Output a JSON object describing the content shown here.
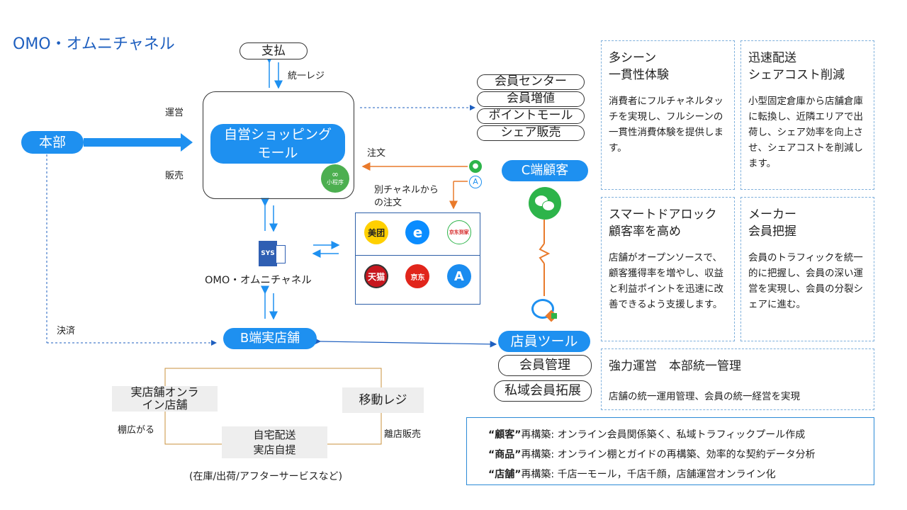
{
  "title": "OMO・オムニチャネル",
  "payment": {
    "label": "支払",
    "register": "統一レジ"
  },
  "hq": {
    "label": "本部",
    "operate": "運営",
    "sell": "販売",
    "settle": "決済"
  },
  "mall": {
    "label_line1": "自営ショッピング",
    "label_line2": "モール",
    "mini_program": "小程序"
  },
  "member_services": [
    "会員センター",
    "会員増値",
    "ポイントモール",
    "シェア販売"
  ],
  "orders": {
    "order": "注文",
    "other_channel_line1": "別チャネルから",
    "other_channel_line2": "の注文"
  },
  "platform_icons": [
    {
      "name": "meituan-icon",
      "text": "美团",
      "bg": "#ffd000",
      "fg": "#222"
    },
    {
      "name": "eleme-icon",
      "text": "e",
      "bg": "#0a8cff",
      "fg": "#fff"
    },
    {
      "name": "jd-daojia-icon",
      "text": "京东到家",
      "bg": "#ffffff",
      "fg": "#d52828"
    },
    {
      "name": "tmall-icon",
      "text": "天猫",
      "bg": "#c7161e",
      "fg": "#fff"
    },
    {
      "name": "jd-icon",
      "text": "京东",
      "bg": "#e1251b",
      "fg": "#fff"
    },
    {
      "name": "app-store-icon",
      "text": "A",
      "bg": "#1a8cf0",
      "fg": "#fff"
    }
  ],
  "system": {
    "icon_text": "SYS",
    "label": "OMO・オムニチャネル"
  },
  "c_customer": "C端顧客",
  "b_store": "B端実店舗",
  "staff_tools": [
    "店員ツール",
    "会員管理",
    "私域会員拓展"
  ],
  "store_loop": {
    "physical_line1": "実店舗オンラ",
    "physical_line2": "イン店舗",
    "mobile_register": "移動レジ",
    "delivery_line1": "自宅配送",
    "delivery_line2": "実店自提",
    "shelf": "棚広がる",
    "offsite": "離店販売",
    "note": "(在庫/出荷/アフターサービスなど)"
  },
  "cards": [
    {
      "title": "多シーン\n一貫性体験",
      "body": "消費者にフルチャネルタッチを実現し、フルシーンの一貫性消費体験を提供します。"
    },
    {
      "title": "迅速配送\nシェアコスト削減",
      "body": "小型固定倉庫から店舗倉庫に転換し、近隣エリアで出荷し、シェア効率を向上させ、シェアコストを削減します。"
    },
    {
      "title": "スマートドアロック\n顧客率を高め",
      "body": "店舗がオープンソースで、顧客獲得率を増やし、収益と利益ポイントを迅速に改善できるよう支援します。"
    },
    {
      "title": "メーカー\n会員把握",
      "body": "会員のトラフィックを統一的に把握し、会員の深い運営を実現し、会員の分裂シェアに進む。"
    },
    {
      "title": "強力運営　本部統一管理",
      "body": "店舗の統一運用管理、会員の統一経営を実現"
    }
  ],
  "summary": [
    {
      "key": "“顧客”",
      "prefix": "再構築:",
      "text": "オンライン会員関係築く、私域トラフィックプール作成"
    },
    {
      "key": "“商品”",
      "prefix": "再構築:",
      "text": "オンライン棚とガイドの再構築、効率的な契約データ分析"
    },
    {
      "key": "“店舗”",
      "prefix": "再構築:",
      "text": "千店一モール，千店千顔，店舗運営オンライン化"
    }
  ],
  "colors": {
    "blue": "#1e90f0",
    "orange": "#e97a2b",
    "wechat": "#2db44a"
  }
}
